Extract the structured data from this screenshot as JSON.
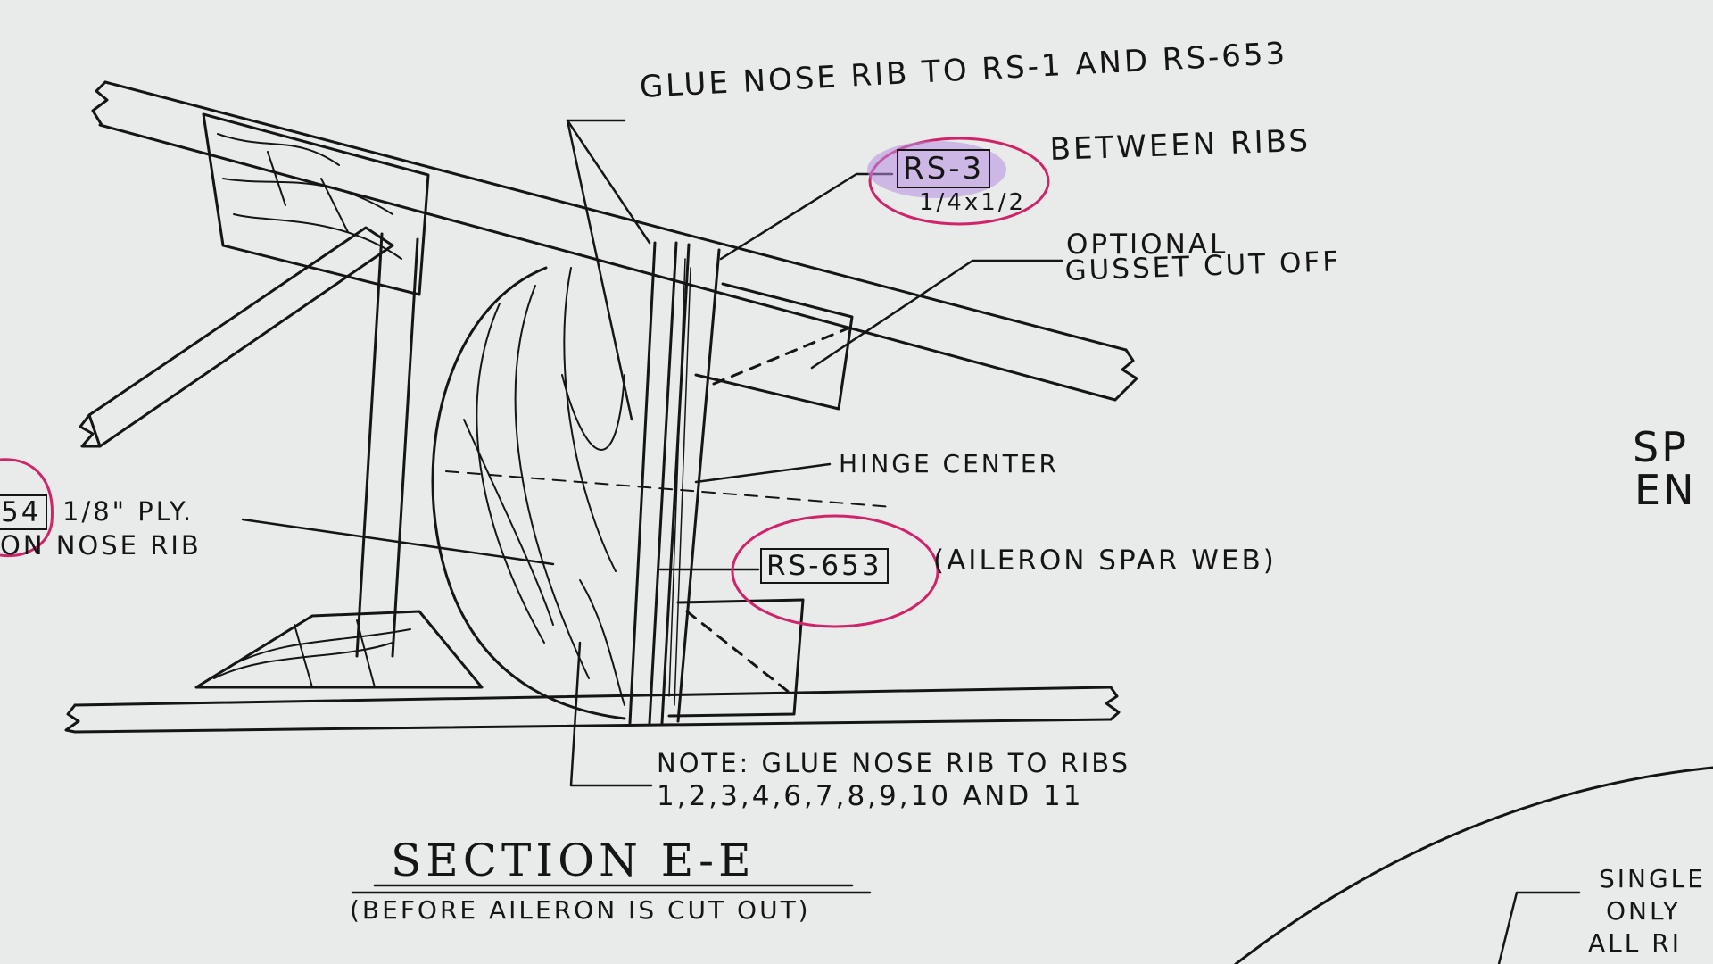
{
  "drawing": {
    "notes": {
      "glue_nose_rib": "GLUE NOSE RIB TO RS-1 AND RS-653",
      "rs3_tag": "RS-3",
      "rs3_dim": "1/4x1/2",
      "between_ribs": "BETWEEN RIBS",
      "optional": "OPTIONAL",
      "gusset_cut_off": "GUSSET CUT OFF",
      "hinge_center": "HINGE CENTER",
      "rs653_tag": "RS-653",
      "aileron_spar_web": "(AILERON SPAR WEB)",
      "left_tag_fragment": "54",
      "ply": "1/8\" PLY.",
      "on_nose_rib": "ON NOSE RIB",
      "note_line1": "NOTE: GLUE NOSE RIB TO RIBS",
      "note_line2": "1,2,3,4,6,7,8,9,10 AND 11"
    },
    "title": "SECTION E-E",
    "subtitle": "(BEFORE AILERON IS CUT OUT)",
    "edge_fragments": {
      "right_top_1": "SP",
      "right_top_2": "EN",
      "right_bottom_1": "SINGLE",
      "right_bottom_2": "ONLY",
      "right_bottom_3": "ALL RI"
    },
    "colors": {
      "paper": "#e9eaea",
      "ink": "#151515",
      "marker_red": "#d0246a",
      "highlight_purple": "#b48ce0"
    }
  }
}
